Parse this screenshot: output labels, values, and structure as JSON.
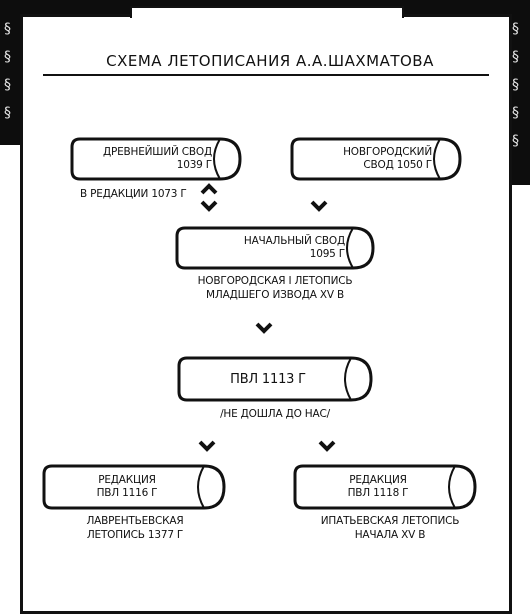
{
  "title": "СХЕМА ЛЕТОПИСАНИЯ А.А.ШАХМАТОВА",
  "nodes": {
    "ancient": {
      "line1": "ДРЕВНЕЙШИЙ СВОД",
      "line2": "1039 Г"
    },
    "ancient_note": "В РЕДАКЦИИ 1073 Г",
    "novgorod": {
      "line1": "НОВГОРОДСКИЙ",
      "line2": "СВОД 1050 Г"
    },
    "initial": {
      "line1": "НАЧАЛЬНЫЙ СВОД",
      "line2": "1095 Г"
    },
    "initial_note": {
      "line1": "НОВГОРОДСКАЯ I ЛЕТОПИСЬ",
      "line2": "МЛАДШЕГО ИЗВОДА XV В"
    },
    "pvl": {
      "line1": "ПВЛ 1113 Г"
    },
    "pvl_note": "/НЕ ДОШЛА ДО НАС/",
    "ed1116": {
      "line1": "РЕДАКЦИЯ",
      "line2": "ПВЛ 1116 Г"
    },
    "ed1116_note": {
      "line1": "ЛАВРЕНТЬЕВСКАЯ",
      "line2": "ЛЕТОПИСЬ 1377 Г"
    },
    "ed1118": {
      "line1": "РЕДАКЦИЯ",
      "line2": "ПВЛ 1118 Г"
    },
    "ed1118_note": {
      "line1": "ИПАТЬЕВСКАЯ ЛЕТОПИСЬ",
      "line2": "НАЧАЛА XV В"
    }
  },
  "icons": {
    "arrow": "chevron-down-icon",
    "double_arrow": "bidirectional-chevron-icon",
    "book": "book-icon"
  },
  "colors": {
    "ink": "#111111",
    "paper": "#ffffff"
  }
}
